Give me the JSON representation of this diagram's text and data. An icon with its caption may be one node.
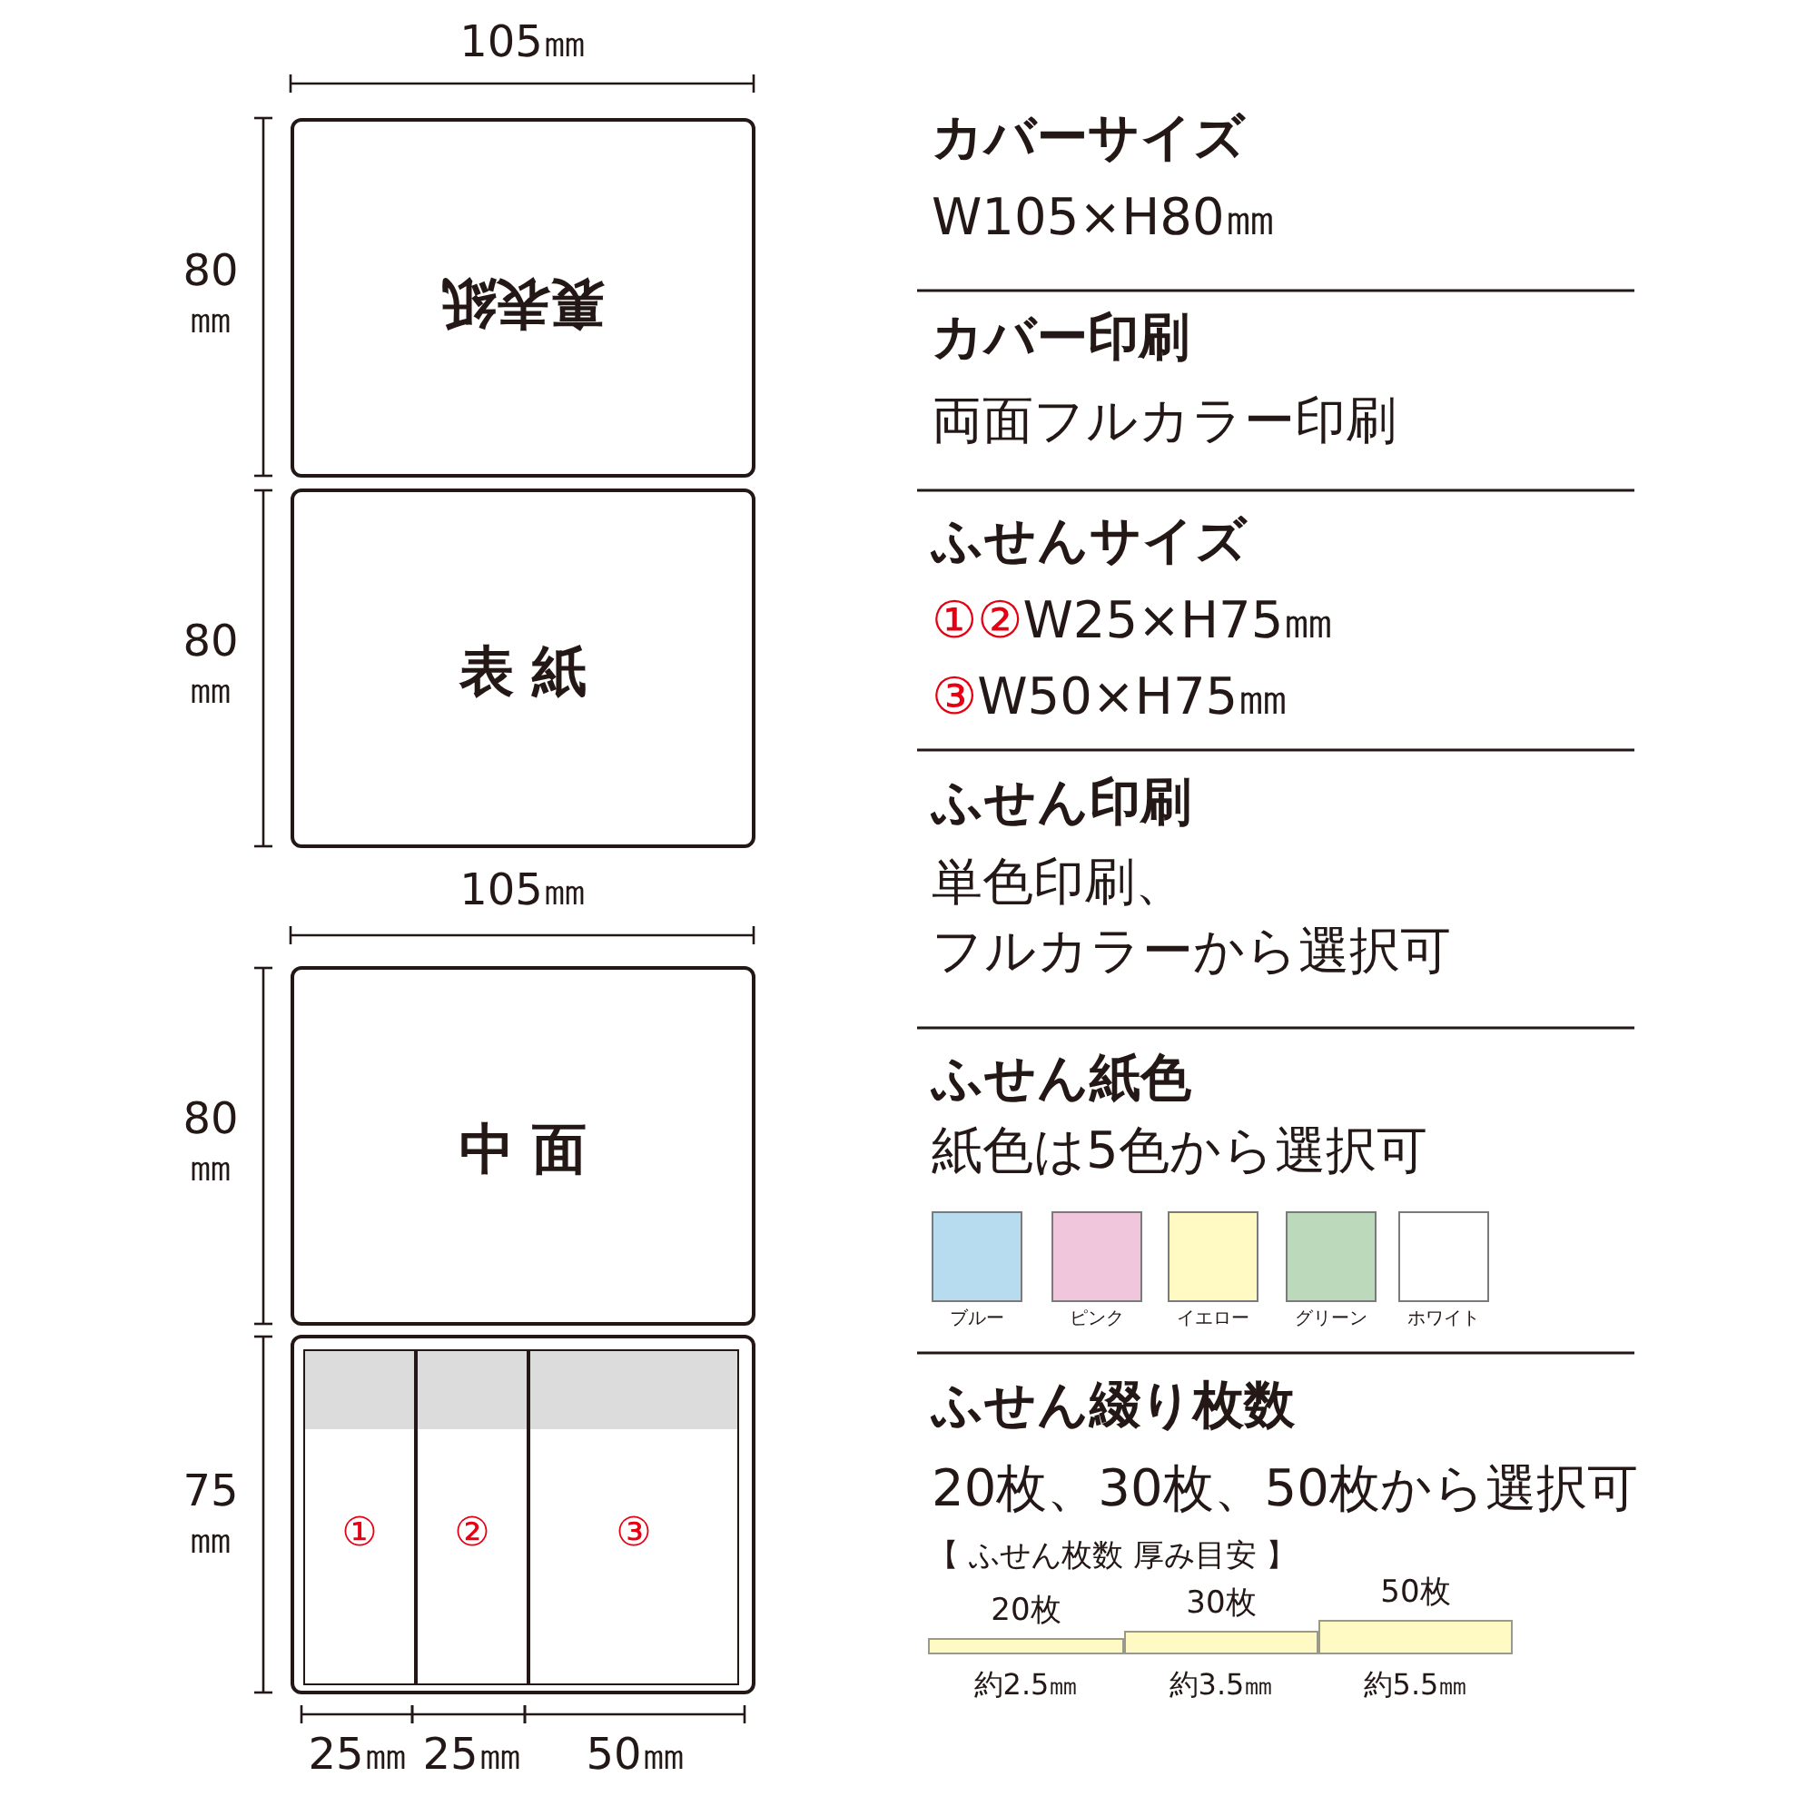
{
  "diagram": {
    "nodes": [
      {
        "text": [
          "裏表紙"
        ]
      },
      {
        "text": [
          "表 紙"
        ]
      },
      {
        "text": [
          "中 面"
        ]
      },
      {
        "text": [],
        "shape": "box"
      },
      {
        "text": [
          "①"
        ],
        "in": 3
      },
      {
        "text": [
          "②"
        ],
        "in": 3
      },
      {
        "text": [
          "③"
        ],
        "in": 3
      },
      {
        "text": [
          "20枚"
        ],
        "beside": [
          "約2.5㎜"
        ]
      },
      {
        "text": [
          "30枚"
        ],
        "beside": [
          "約3.5㎜"
        ]
      },
      {
        "text": [
          "50枚"
        ],
        "beside": [
          "約5.5㎜"
        ]
      }
    ],
    "edges": [],
    "labels": [
      "105㎜",
      "80㎜",
      "80㎜",
      "105㎜",
      "80㎜",
      "75㎜",
      "25㎜",
      "25㎜",
      "50㎜",
      "カバーサイズ",
      "W105×H80㎜",
      "カバー印刷",
      "両面フルカラー印刷",
      "ふせんサイズ",
      "①②W25×H75㎜",
      "③W50×H75㎜",
      "ふせん印刷",
      "単色印刷、",
      "フルカラーから選択可",
      "ふせん紙色",
      "紙色は5色から選択可",
      "ふせん綴り枚数",
      "20枚、30枚、50枚から選択可",
      "【 ふせん枚数 厚み目安 】"
    ],
    "legend": [
      {
        "text": "ブルー",
        "color": "#b7dcf0"
      },
      {
        "text": "ピンク",
        "color": "#efc6dc"
      },
      {
        "text": "イエロー",
        "color": "#fff9c4"
      },
      {
        "text": "グリーン",
        "color": "#bcdabb"
      },
      {
        "text": "ホワイト",
        "color": "#ffffff"
      }
    ]
  }
}
